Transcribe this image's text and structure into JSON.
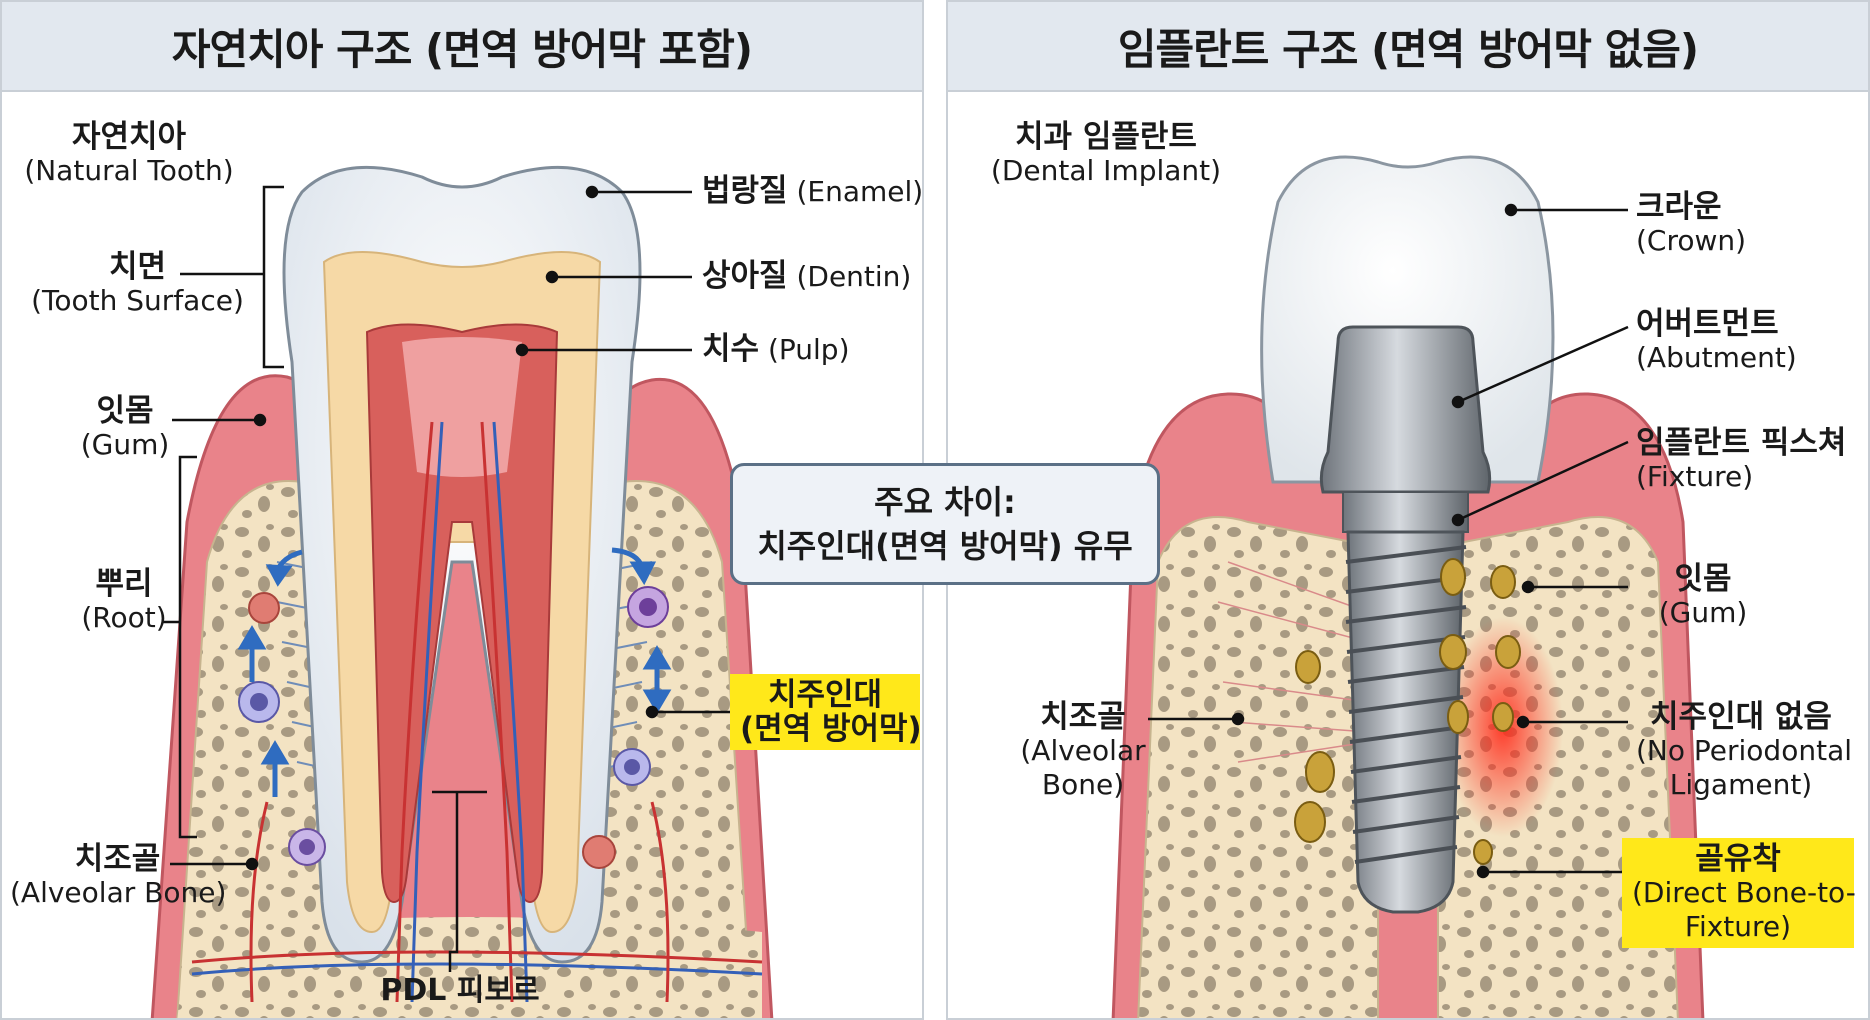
{
  "left_panel": {
    "title": "자연치아 구조 (면역 방어막 포함)",
    "tooth": {
      "ko": "자연치아",
      "en": "(Natural Tooth)"
    },
    "surface": {
      "ko": "치면",
      "en": "(Tooth Surface)"
    },
    "enamel": {
      "ko": "법랑질",
      "en": "(Enamel)"
    },
    "dentin": {
      "ko": "상아질",
      "en": "(Dentin)"
    },
    "pulp": {
      "ko": "치수",
      "en": "(Pulp)"
    },
    "gum": {
      "ko": "잇몸",
      "en": "(Gum)"
    },
    "root": {
      "ko": "뿌리",
      "en": "(Root)"
    },
    "pdl": {
      "ko": "치주인대",
      "en": "(면역 방어막)"
    },
    "bone": {
      "ko": "치조골",
      "en": "(Alveolar Bone)"
    },
    "pdl_fiber": "PDL 피보르"
  },
  "center_note": {
    "line1": "주요 차이:",
    "line2": "치주인대(면역 방어막) 유무"
  },
  "right_panel": {
    "title": "임플란트 구조 (면역 방어막 없음)",
    "implant": {
      "ko": "치과 임플란트",
      "en": "(Dental Implant)"
    },
    "crown": {
      "ko": "크라운",
      "en": "(Crown)"
    },
    "abutment": {
      "ko": "어버트먼트",
      "en": "(Abutment)"
    },
    "fixture": {
      "ko": "임플란트 픽스쳐",
      "en": "(Fixture)"
    },
    "gum": {
      "ko": "잇몸",
      "en": "(Gum)"
    },
    "bone": {
      "ko": "치조골",
      "en1": "(Alveolar",
      "en2": "Bone)"
    },
    "no_pdl": {
      "ko": "치주인대 없음",
      "en1": "(No Periodontal",
      "en2": "Ligament)"
    },
    "osseo": {
      "ko": "골유착",
      "en1": "(Direct Bone-to-",
      "en2": "Fixture)"
    }
  },
  "colors": {
    "highlight": "#ffe81a",
    "gum": "#e9838a",
    "bone": "#f3e3c3",
    "dentin": "#f6d9a6",
    "pulp": "#d8605c",
    "metal": "#9aa0a6",
    "inflammation": "#ff3b2a"
  }
}
